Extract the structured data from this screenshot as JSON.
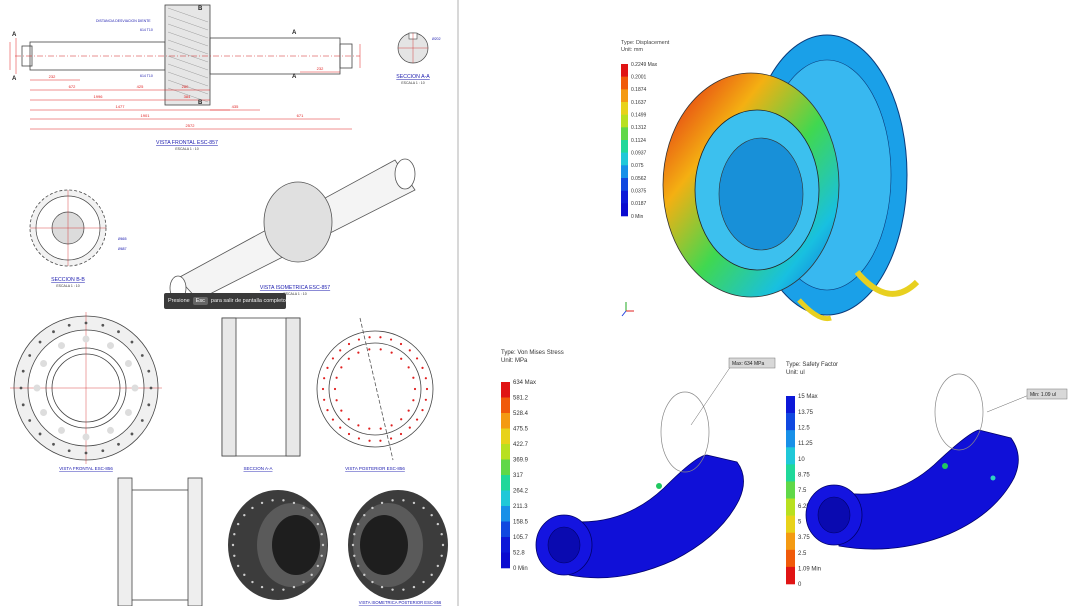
{
  "drawing": {
    "front_view_title": "VISTA FRONTAL ESC-857",
    "front_view_scale": "ESCALA 1 : 10",
    "section_aa_title": "SECCION A-A",
    "section_aa_scale": "ESCALA 1 : 10",
    "section_bb_title": "SECCION B-B",
    "section_bb_scale": "ESCALA 1 : 10",
    "iso_view_title": "VISTA ISOMETRICA ESC-857",
    "iso_view_scale": "ESCALA 1 : 10",
    "drum_front_title": "VISTA FRONTAL ESC-856",
    "drum_section_title": "SECCION A-A",
    "drum_rear_title": "VISTA POSTERIOR ESC-856",
    "drum_iso_title": "VISTA ISOMETRICA POSTERIOR ESC-856",
    "callouts": [
      "DISTANCIA DESVIACION DIENTE",
      "614 T10",
      "614 T10",
      "Ø202",
      "Ø665",
      "Ø687"
    ],
    "dims_bottom": [
      "232",
      "672",
      "425",
      "280",
      "1996",
      "384",
      "1477",
      "435",
      "1901",
      "671",
      "2572"
    ],
    "dims_top": [
      "232"
    ],
    "section_marks": [
      "A",
      "A",
      "A",
      "A",
      "B",
      "B"
    ],
    "fullscreen_tip": {
      "prefix": "Presione",
      "key": "Esc",
      "suffix": "para salir de pantalla completo"
    }
  },
  "displacement": {
    "type_label": "Type: Displacement",
    "unit_label": "Unit: mm",
    "ticks": [
      "0.2249 Max",
      "0.2001",
      "0.1874",
      "0.1637",
      "0.1499",
      "0.1312",
      "0.1124",
      "0.0937",
      "0.075",
      "0.0562",
      "0.0375",
      "0.0187",
      "0 Min"
    ]
  },
  "von_mises": {
    "type_label": "Type: Von Mises Stress",
    "unit_label": "Unit: MPa",
    "max_callout": "Max: 634 MPa",
    "ticks": [
      "634 Max",
      "581.2",
      "528.4",
      "475.5",
      "422.7",
      "369.9",
      "317",
      "264.2",
      "211.3",
      "158.5",
      "105.7",
      "52.8",
      "0 Min"
    ]
  },
  "safety_factor": {
    "type_label": "Type: Safety Factor",
    "unit_label": "Unit: ul",
    "min_callout": "Min: 1.09 ul",
    "ticks": [
      "15 Max",
      "13.75",
      "12.5",
      "11.25",
      "10",
      "8.75",
      "7.5",
      "6.25",
      "5",
      "3.75",
      "2.5",
      "1.09 Min",
      "0"
    ]
  },
  "colors": {
    "scale": [
      "#e01414",
      "#f05a0a",
      "#f49a12",
      "#e8d21a",
      "#b8e020",
      "#60d848",
      "#20d89a",
      "#20c8d8",
      "#1890e8",
      "#1048e0",
      "#0c18d8",
      "#0a0ad0"
    ],
    "sf_scale": [
      "#0c18d8",
      "#1048e0",
      "#1890e8",
      "#20c8d8",
      "#20d89a",
      "#60d848",
      "#b8e020",
      "#e8d21a",
      "#f49a12",
      "#f05a0a",
      "#e01414"
    ],
    "drawing_red": "#e02020",
    "drawing_blue": "#2020b0"
  }
}
